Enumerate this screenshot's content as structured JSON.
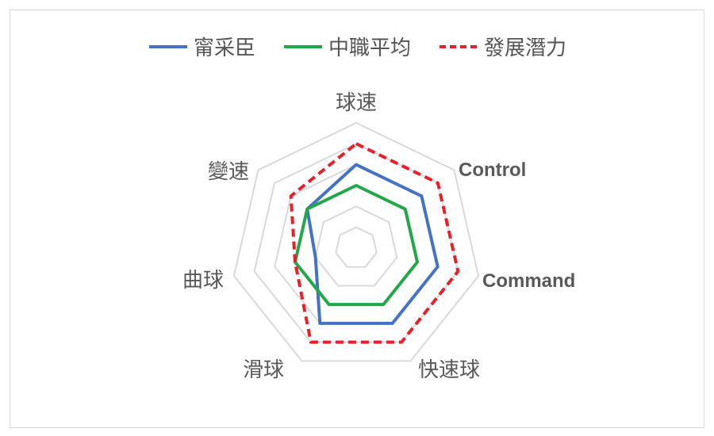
{
  "chart_data": {
    "type": "radar",
    "title": "",
    "axes": [
      "球速",
      "Control",
      "Command",
      "快速球",
      "滑球",
      "曲球",
      "變速"
    ],
    "range": [
      0,
      6
    ],
    "rings": 6,
    "legend_position": "top",
    "series": [
      {
        "name": "甯采臣",
        "values": [
          4,
          4,
          4,
          4,
          4,
          2,
          3
        ],
        "color": "#4472c4",
        "dash": false
      },
      {
        "name": "中職平均",
        "values": [
          3,
          3,
          3,
          3,
          3,
          3,
          3
        ],
        "color": "#22a84a",
        "dash": false
      },
      {
        "name": "發展潛力",
        "values": [
          5,
          5,
          5,
          5,
          5,
          3,
          4
        ],
        "color": "#e8202a",
        "dash": true
      }
    ]
  }
}
